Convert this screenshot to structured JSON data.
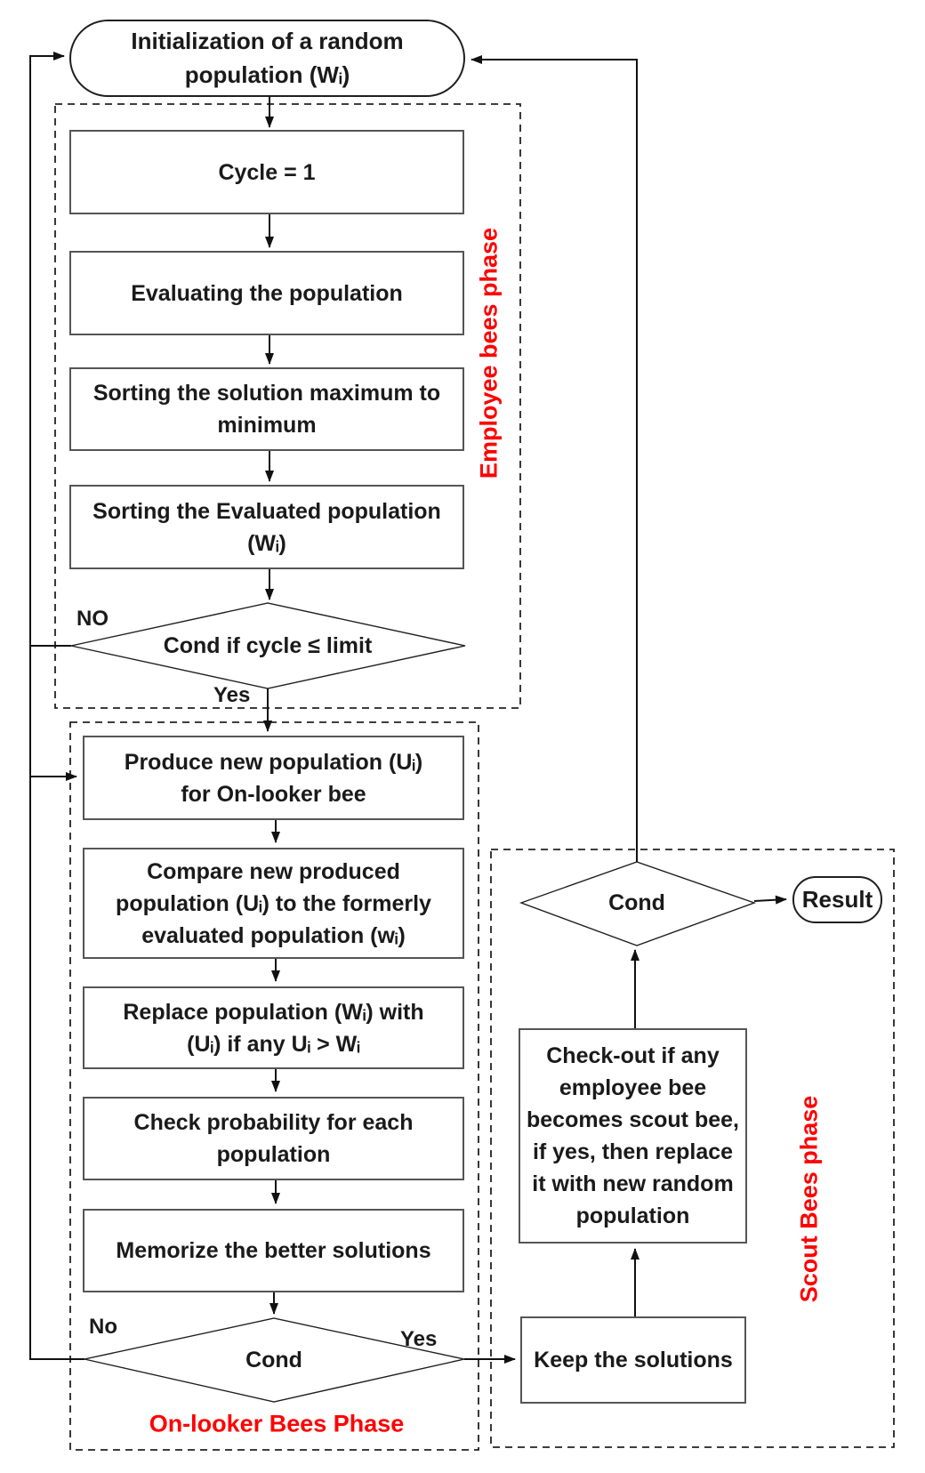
{
  "nodes": {
    "init": {
      "text": "Initialization of a random\npopulation (Wᵢ)"
    },
    "cycle": {
      "text": "Cycle = 1"
    },
    "evaluate": {
      "text": "Evaluating the population"
    },
    "sort_max": {
      "text": "Sorting the solution maximum to\nminimum"
    },
    "sort_eval": {
      "text": "Sorting the Evaluated population\n(Wᵢ)"
    },
    "cond_cycle": {
      "text": "Cond if cycle ≤ limit"
    },
    "produce": {
      "text": "Produce new population (Uᵢ)\nfor On-looker bee"
    },
    "compare": {
      "text": "Compare new produced\npopulation (Uᵢ) to the formerly\nevaluated population (wᵢ)"
    },
    "replace": {
      "text": "Replace population (Wᵢ) with\n(Uᵢ) if any Uᵢ > Wᵢ"
    },
    "check_prob": {
      "text": "Check probability for each\npopulation"
    },
    "memorize": {
      "text": "Memorize the better solutions"
    },
    "cond_onlooker": {
      "text": "Cond"
    },
    "keep": {
      "text": "Keep the solutions"
    },
    "checkout": {
      "text": "Check-out if any\nemployee bee\nbecomes scout bee,\nif yes, then replace\nit with new random\npopulation"
    },
    "cond_scout": {
      "text": "Cond"
    },
    "result": {
      "text": "Result"
    }
  },
  "edge_labels": {
    "employee_no": "NO",
    "employee_yes": "Yes",
    "onlooker_no": "No",
    "onlooker_yes": "Yes"
  },
  "phases": {
    "employee": {
      "label": "Employee bees phase"
    },
    "onlooker": {
      "label": "On-looker Bees Phase"
    },
    "scout": {
      "label": "Scout Bees phase"
    }
  },
  "colors": {
    "phase_label": "#ff0000",
    "line": "#111111",
    "box_border": "#555555",
    "text": "#1a1a1a"
  }
}
